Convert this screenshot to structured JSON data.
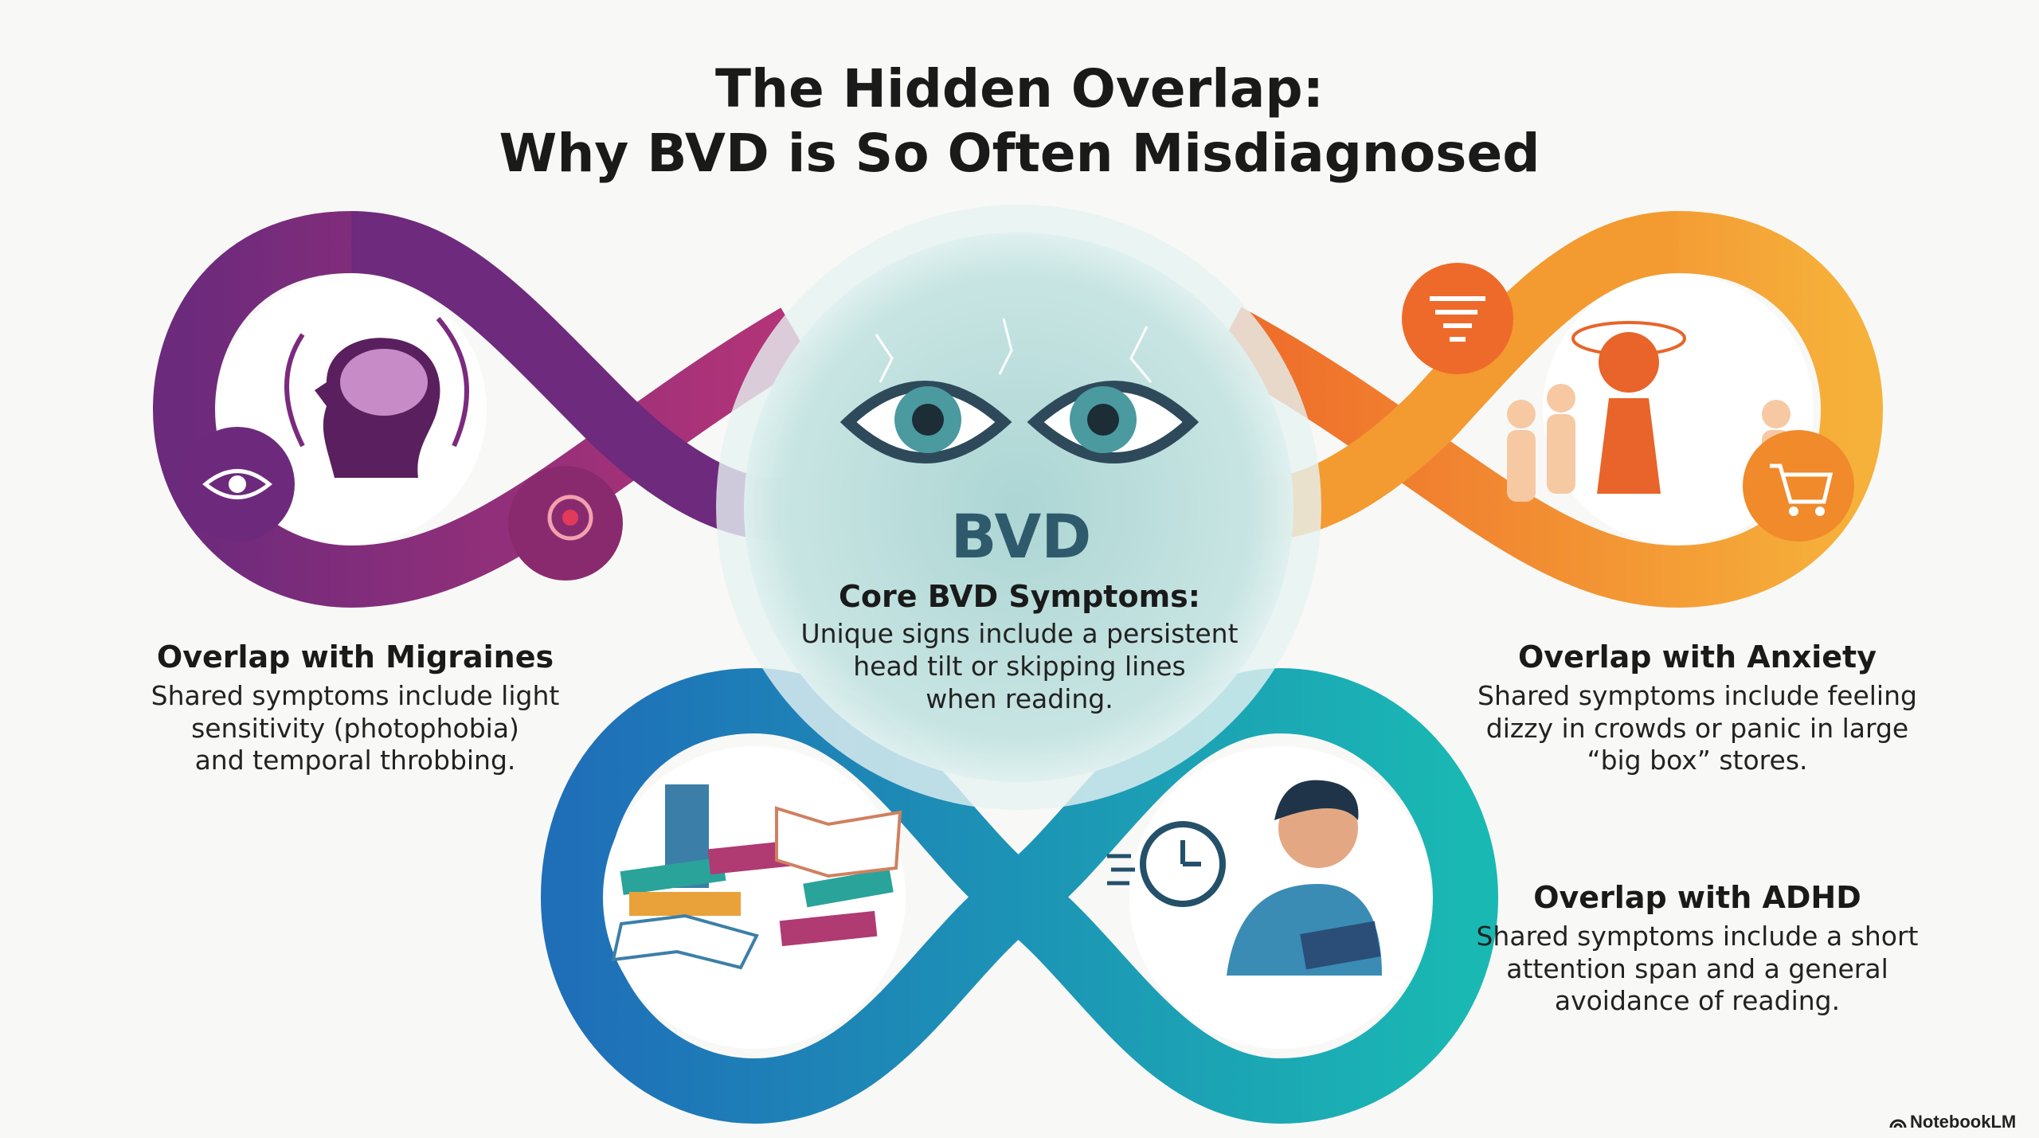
{
  "title": {
    "line1": "The Hidden Overlap:",
    "line2": "Why BVD is So Often Misdiagnosed"
  },
  "center": {
    "label": "BVD",
    "heading": "Core BVD Symptoms:",
    "body": [
      "Unique signs include a persistent",
      "head tilt or skipping lines",
      "when reading."
    ],
    "icon": "eyes-icon"
  },
  "sections": [
    {
      "heading": "Overlap with Migraines",
      "body": [
        "Shared symptoms include light",
        "sensitivity (photophobia)",
        "and temporal throbbing."
      ],
      "color": "#7b2a7e",
      "icons": [
        "brain-head-icon",
        "eye-light-icon",
        "temple-pain-icon"
      ]
    },
    {
      "heading": "Overlap with Anxiety",
      "body": [
        "Shared symptoms include feeling",
        "dizzy in crowds or panic in large",
        "“big box” stores."
      ],
      "color": "#f08a2a",
      "icons": [
        "dizzy-person-crowd-icon",
        "tornado-icon",
        "shopping-cart-icon"
      ]
    },
    {
      "heading": "Overlap with ADHD",
      "body": [
        "Shared symptoms include a short",
        "attention span and a general",
        "avoidance of reading."
      ],
      "color": "#1aa6b3",
      "icons": [
        "books-icon",
        "clock-icon",
        "bored-reader-icon"
      ]
    }
  ],
  "brand": "NotebookLM",
  "colors": {
    "purple": "#7b2a7e",
    "magenta": "#b0327a",
    "orange": "#f08a2a",
    "blue": "#1f74b8",
    "teal": "#1ab0b5",
    "center": "#bfe0de"
  }
}
